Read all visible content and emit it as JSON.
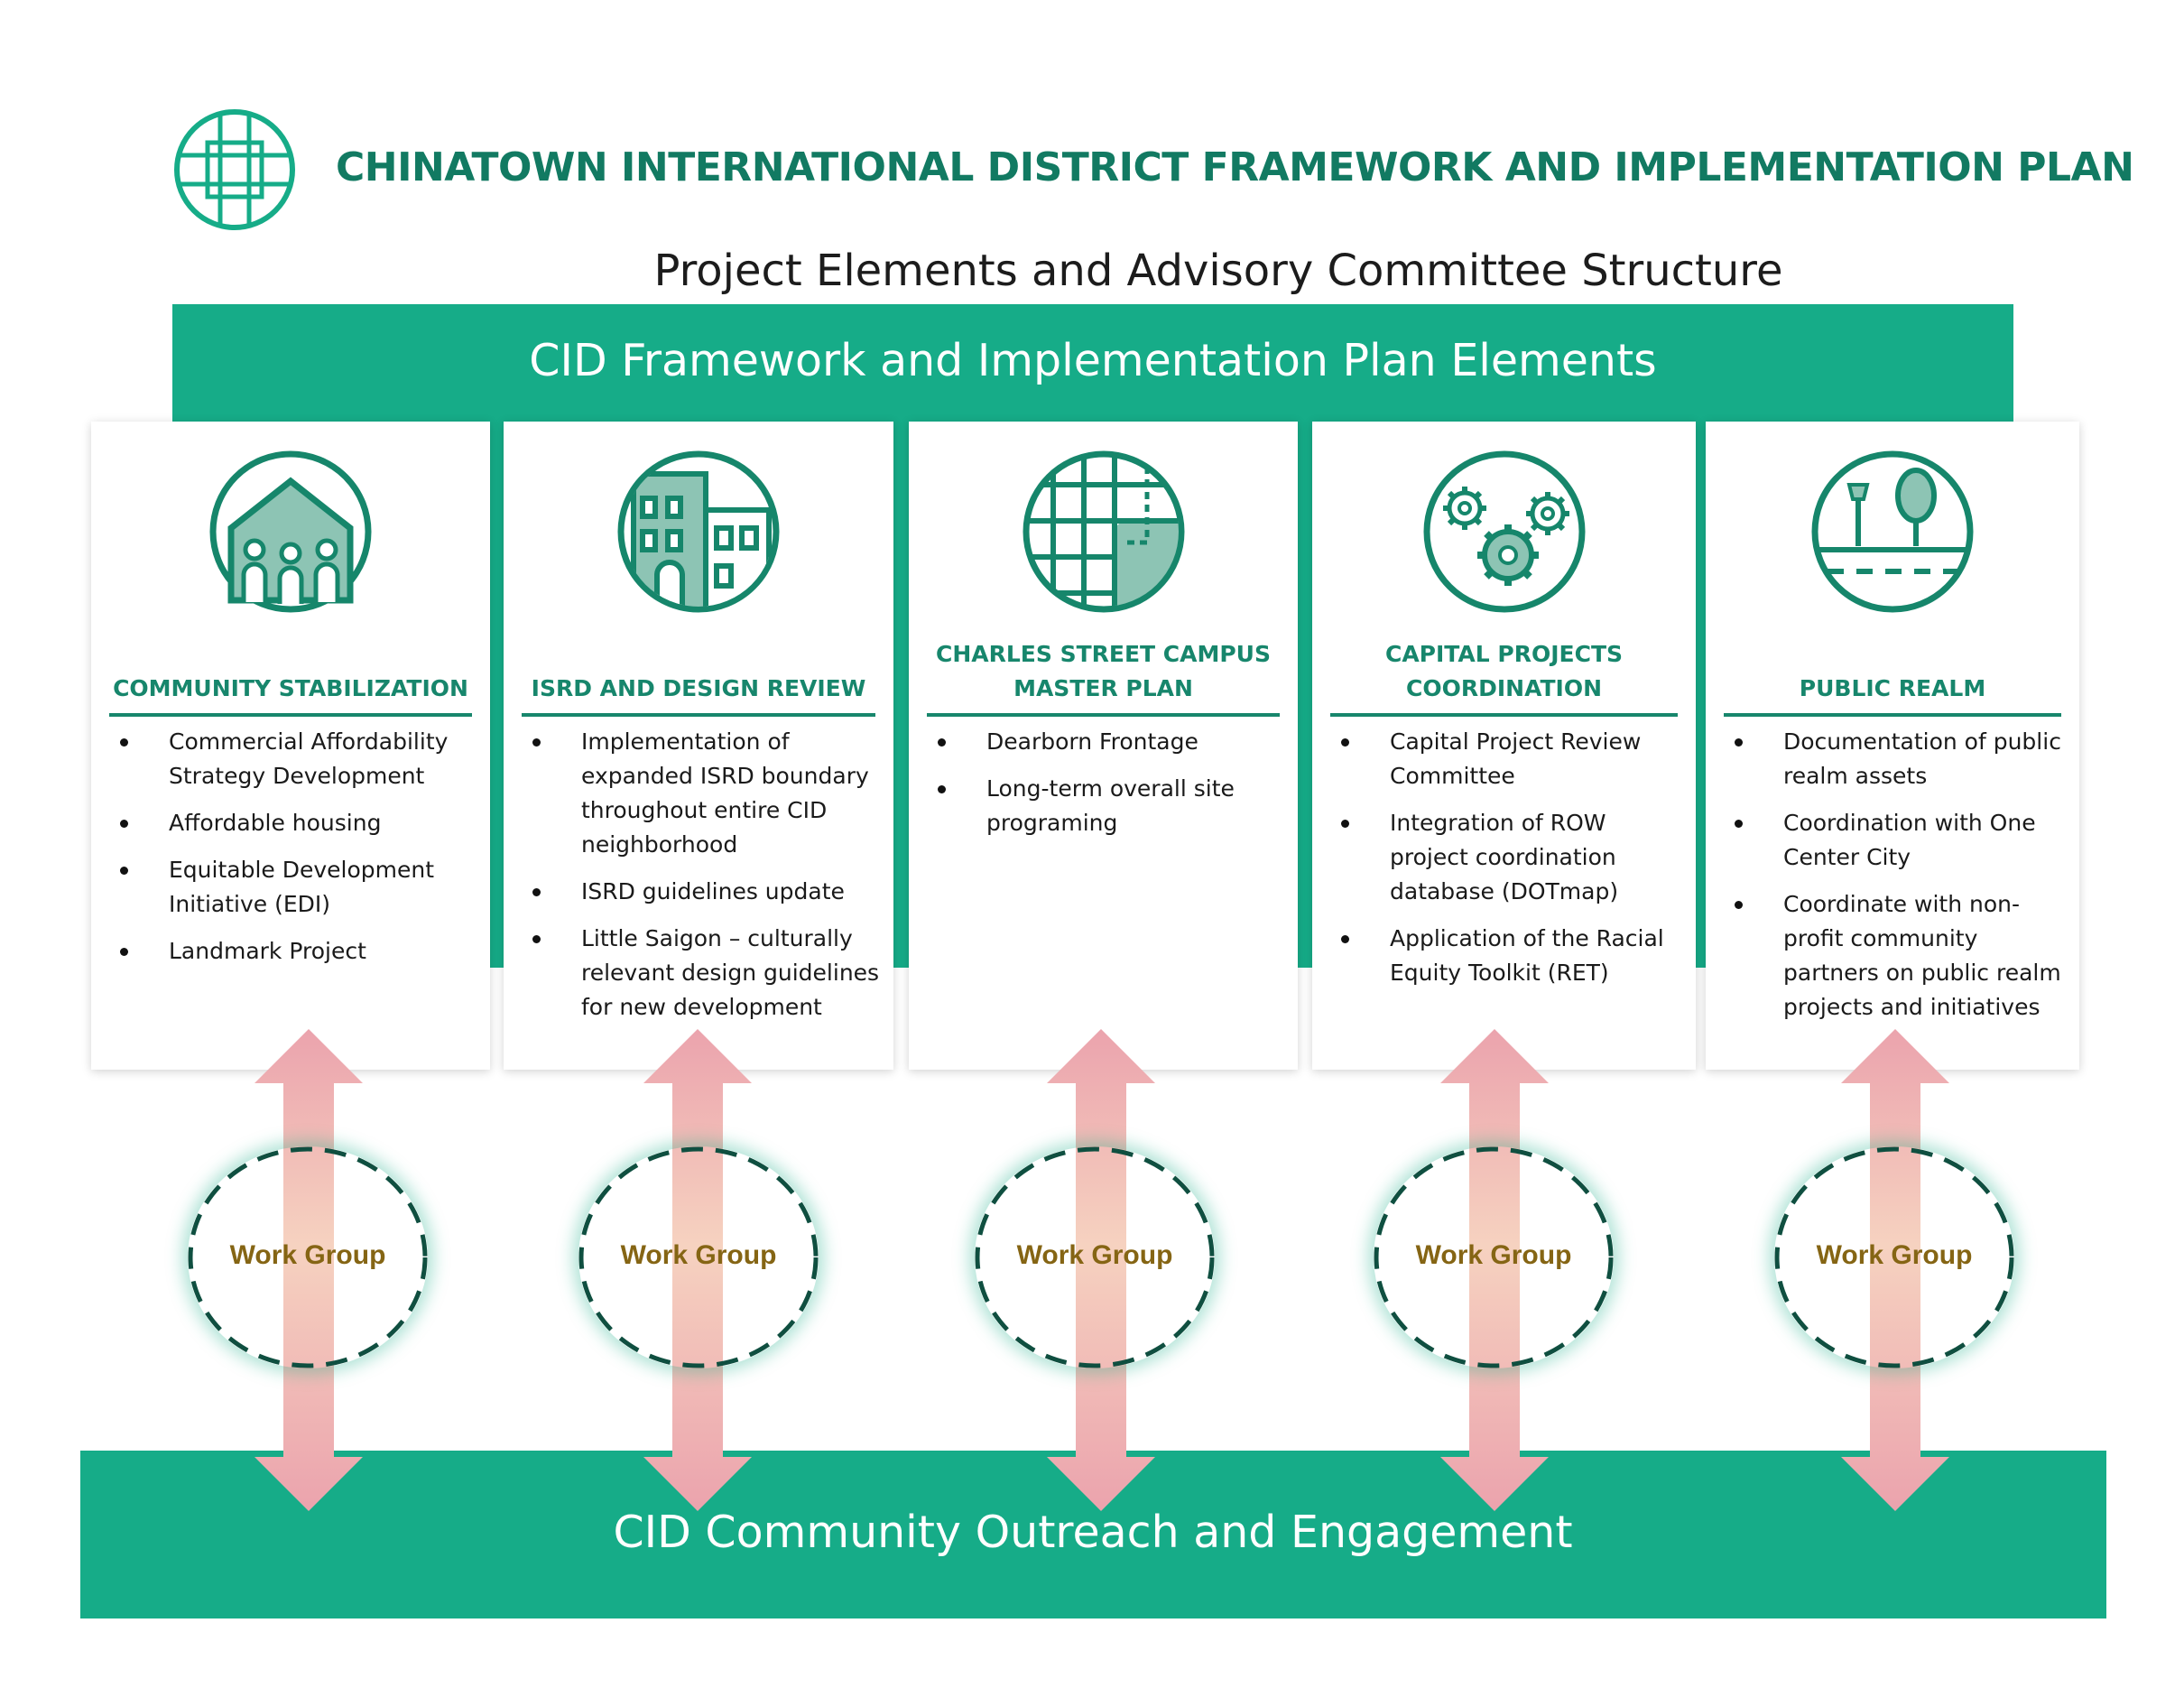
{
  "header": {
    "title": "CHINATOWN INTERNATIONAL DISTRICT FRAMEWORK AND IMPLEMENTATION PLAN",
    "subtitle": "Project Elements and Advisory Committee Structure"
  },
  "top_banner": {
    "label": "CID Framework and Implementation Plan Elements"
  },
  "elements": [
    {
      "icon": "community-people-icon",
      "heading": "COMMUNITY STABILIZATION",
      "items": [
        "Commercial Affordability Strategy Development",
        "Affordable housing",
        "Equitable Development Initiative (EDI)",
        "Landmark Project"
      ]
    },
    {
      "icon": "buildings-icon",
      "heading": "ISRD AND DESIGN REVIEW",
      "items": [
        "Implementation of expanded ISRD boundary throughout entire CID neighborhood",
        "ISRD guidelines update",
        "Little Saigon – culturally relevant design guidelines for new development"
      ]
    },
    {
      "icon": "site-map-icon",
      "heading": "CHARLES STREET CAMPUS MASTER PLAN",
      "items": [
        "Dearborn Frontage",
        "Long-term overall site programing"
      ]
    },
    {
      "icon": "gears-icon",
      "heading": "CAPITAL PROJECTS COORDINATION",
      "items": [
        "Capital Project Review Committee",
        "Integration of ROW project coordination database (DOTmap)",
        "Application of the Racial Equity Toolkit (RET)"
      ]
    },
    {
      "icon": "street-tree-icon",
      "heading": "PUBLIC REALM",
      "items": [
        "Documentation of public realm assets",
        "Coordination with One Center City",
        "Coordinate with non-profit community partners on public realm projects and initiatives"
      ]
    }
  ],
  "work_groups": [
    "Work Group",
    "Work Group",
    "Work Group",
    "Work Group",
    "Work Group"
  ],
  "bottom_banner": {
    "label": "CID Community Outreach and Engagement"
  },
  "colors": {
    "green": "#16ac88",
    "dark_green": "#127a62",
    "arrow_pink": "#eba3ad",
    "work_group_text": "#856514"
  }
}
